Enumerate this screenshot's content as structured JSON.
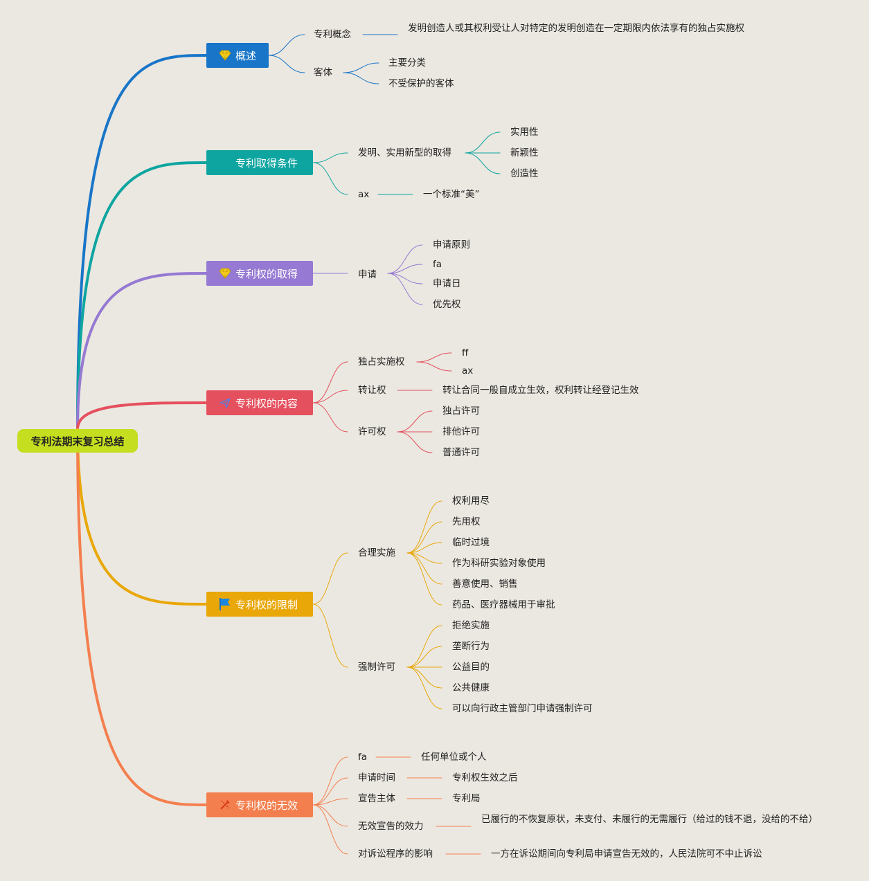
{
  "root": "专利法期末复习总结",
  "branches": [
    {
      "label": "概述",
      "color": "#1875c8",
      "icon": "diamond-icon",
      "l1": [
        {
          "text": "专利概念",
          "l2": [
            "发明创造人或其权利受让人对特定的发明创造在一定期限内依法享有的独占实施权"
          ]
        },
        {
          "text": "客体",
          "l2": [
            "主要分类",
            "不受保护的客体"
          ]
        }
      ]
    },
    {
      "label": "专利取得条件",
      "color": "#0ea5a0",
      "icon": "blank-icon",
      "l1": [
        {
          "text": "发明、实用新型的取得",
          "l2": [
            "实用性",
            "新颖性",
            "创造性"
          ]
        },
        {
          "text": "ax",
          "l2": [
            "一个标准“美”"
          ]
        }
      ]
    },
    {
      "label": "专利权的取得",
      "color": "#9579d2",
      "icon": "diamond-icon",
      "l1": [
        {
          "text": "申请",
          "l2": [
            "申请原则",
            "fa",
            "申请日",
            "优先权"
          ]
        }
      ]
    },
    {
      "label": "专利权的内容",
      "color": "#e5505e",
      "icon": "paper-plane-icon",
      "l1": [
        {
          "text": "独占实施权",
          "l2": [
            "ff",
            "ax"
          ]
        },
        {
          "text": "转让权",
          "l2": [
            "转让合同一般自成立生效，权利转让经登记生效"
          ]
        },
        {
          "text": "许可权",
          "l2": [
            "独占许可",
            "排他许可",
            "普通许可"
          ]
        }
      ]
    },
    {
      "label": "专利权的限制",
      "color": "#e9a708",
      "icon": "flag-icon",
      "l1": [
        {
          "text": "合理实施",
          "l2": [
            "权利用尽",
            "先用权",
            "临时过境",
            "作为科研实验对象使用",
            "善意使用、销售",
            "药品、医疗器械用于审批"
          ]
        },
        {
          "text": "强制许可",
          "l2": [
            "拒绝实施",
            "垄断行为",
            "公益目的",
            "公共健康",
            "可以向行政主管部门申请强制许可"
          ]
        }
      ]
    },
    {
      "label": "专利权的无效",
      "color": "#f47f4e",
      "icon": "tools-icon",
      "l1": [
        {
          "text": "fa",
          "l2": [
            "任何单位或个人"
          ]
        },
        {
          "text": "申请时间",
          "l2": [
            "专利权生效之后"
          ]
        },
        {
          "text": "宣告主体",
          "l2": [
            "专利局"
          ]
        },
        {
          "text": "无效宣告的效力",
          "l2": [
            "已履行的不恢复原状，未支付、未履行的无需履行（给过的钱不退，没给的不给）"
          ]
        },
        {
          "text": "对诉讼程序的影响",
          "l2": [
            "一方在诉讼期间向专利局申请宣告无效的，人民法院可不中止诉讼"
          ]
        }
      ]
    }
  ]
}
